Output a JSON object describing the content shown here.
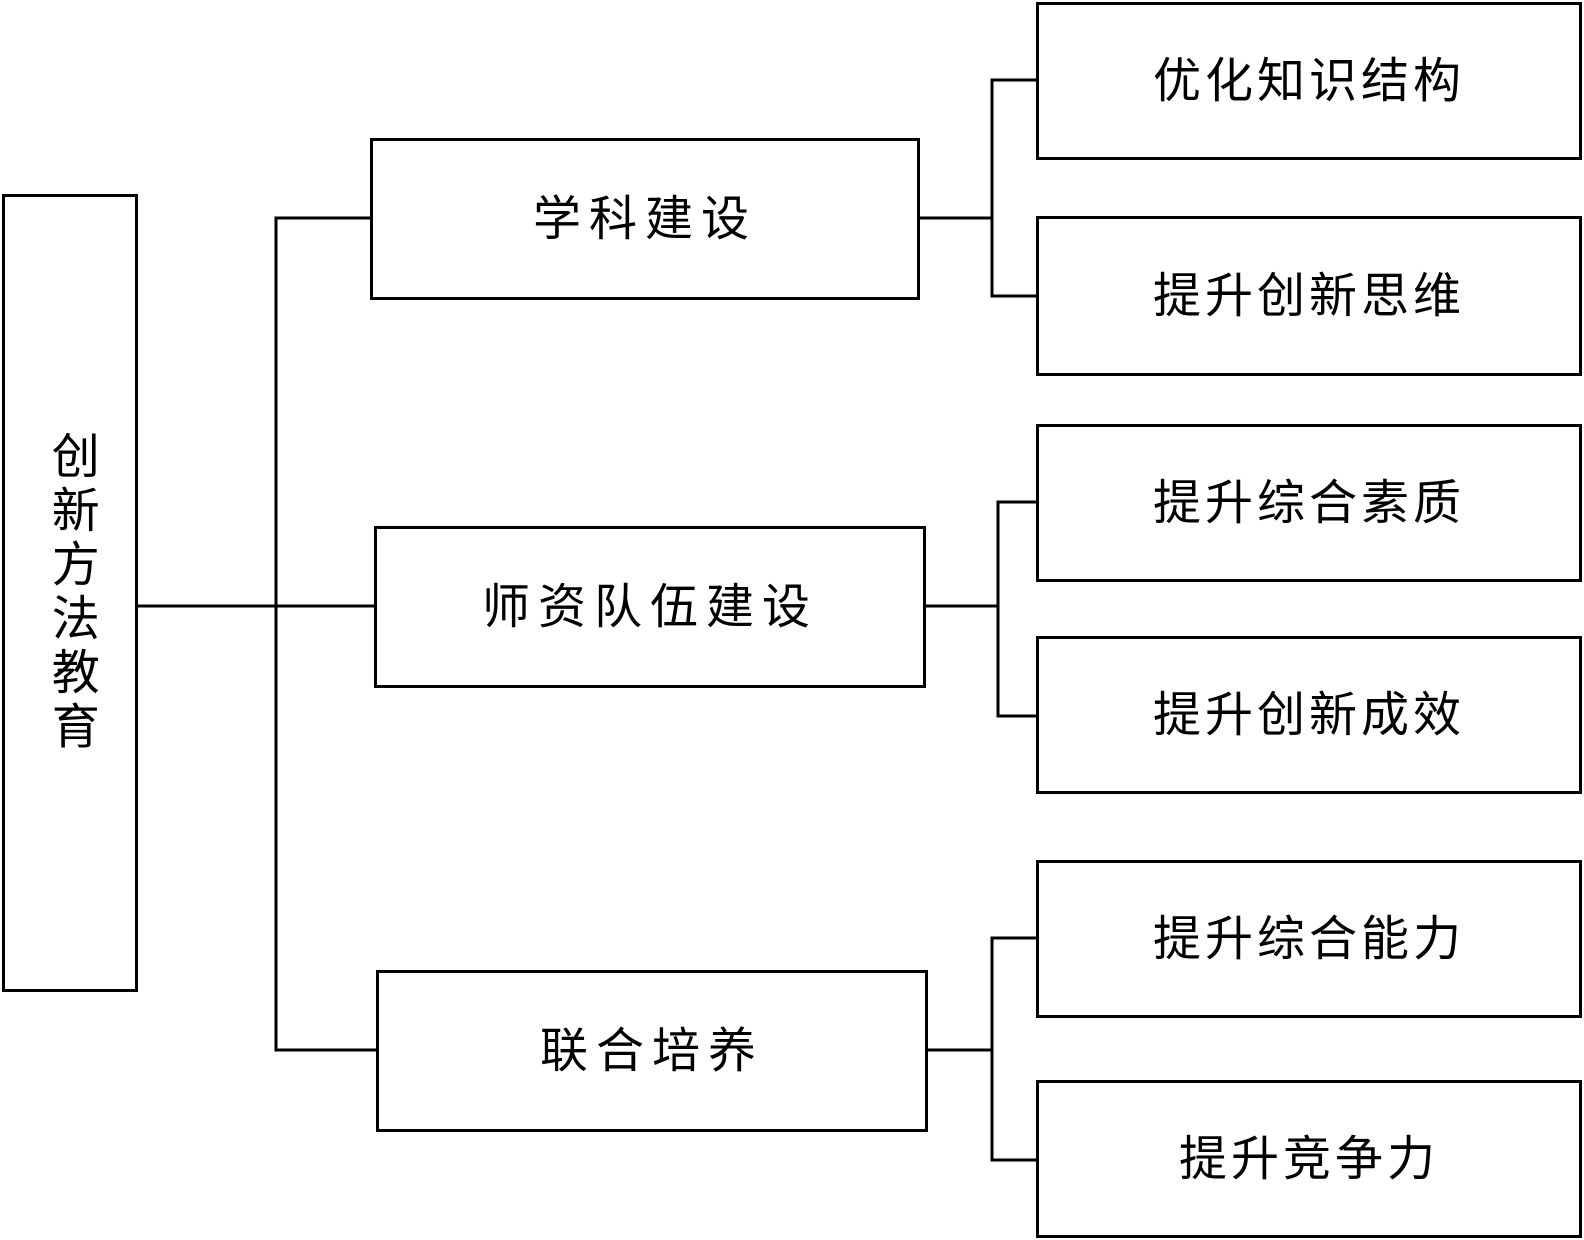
{
  "diagram": {
    "root": {
      "label": "创新方法教育"
    },
    "branches": [
      {
        "label": "学科建设",
        "children": [
          "优化知识结构",
          "提升创新思维"
        ]
      },
      {
        "label": "师资队伍建设",
        "children": [
          "提升综合素质",
          "提升创新成效"
        ]
      },
      {
        "label": "联合培养",
        "children": [
          "提升综合能力",
          "提升竞争力"
        ]
      }
    ]
  }
}
